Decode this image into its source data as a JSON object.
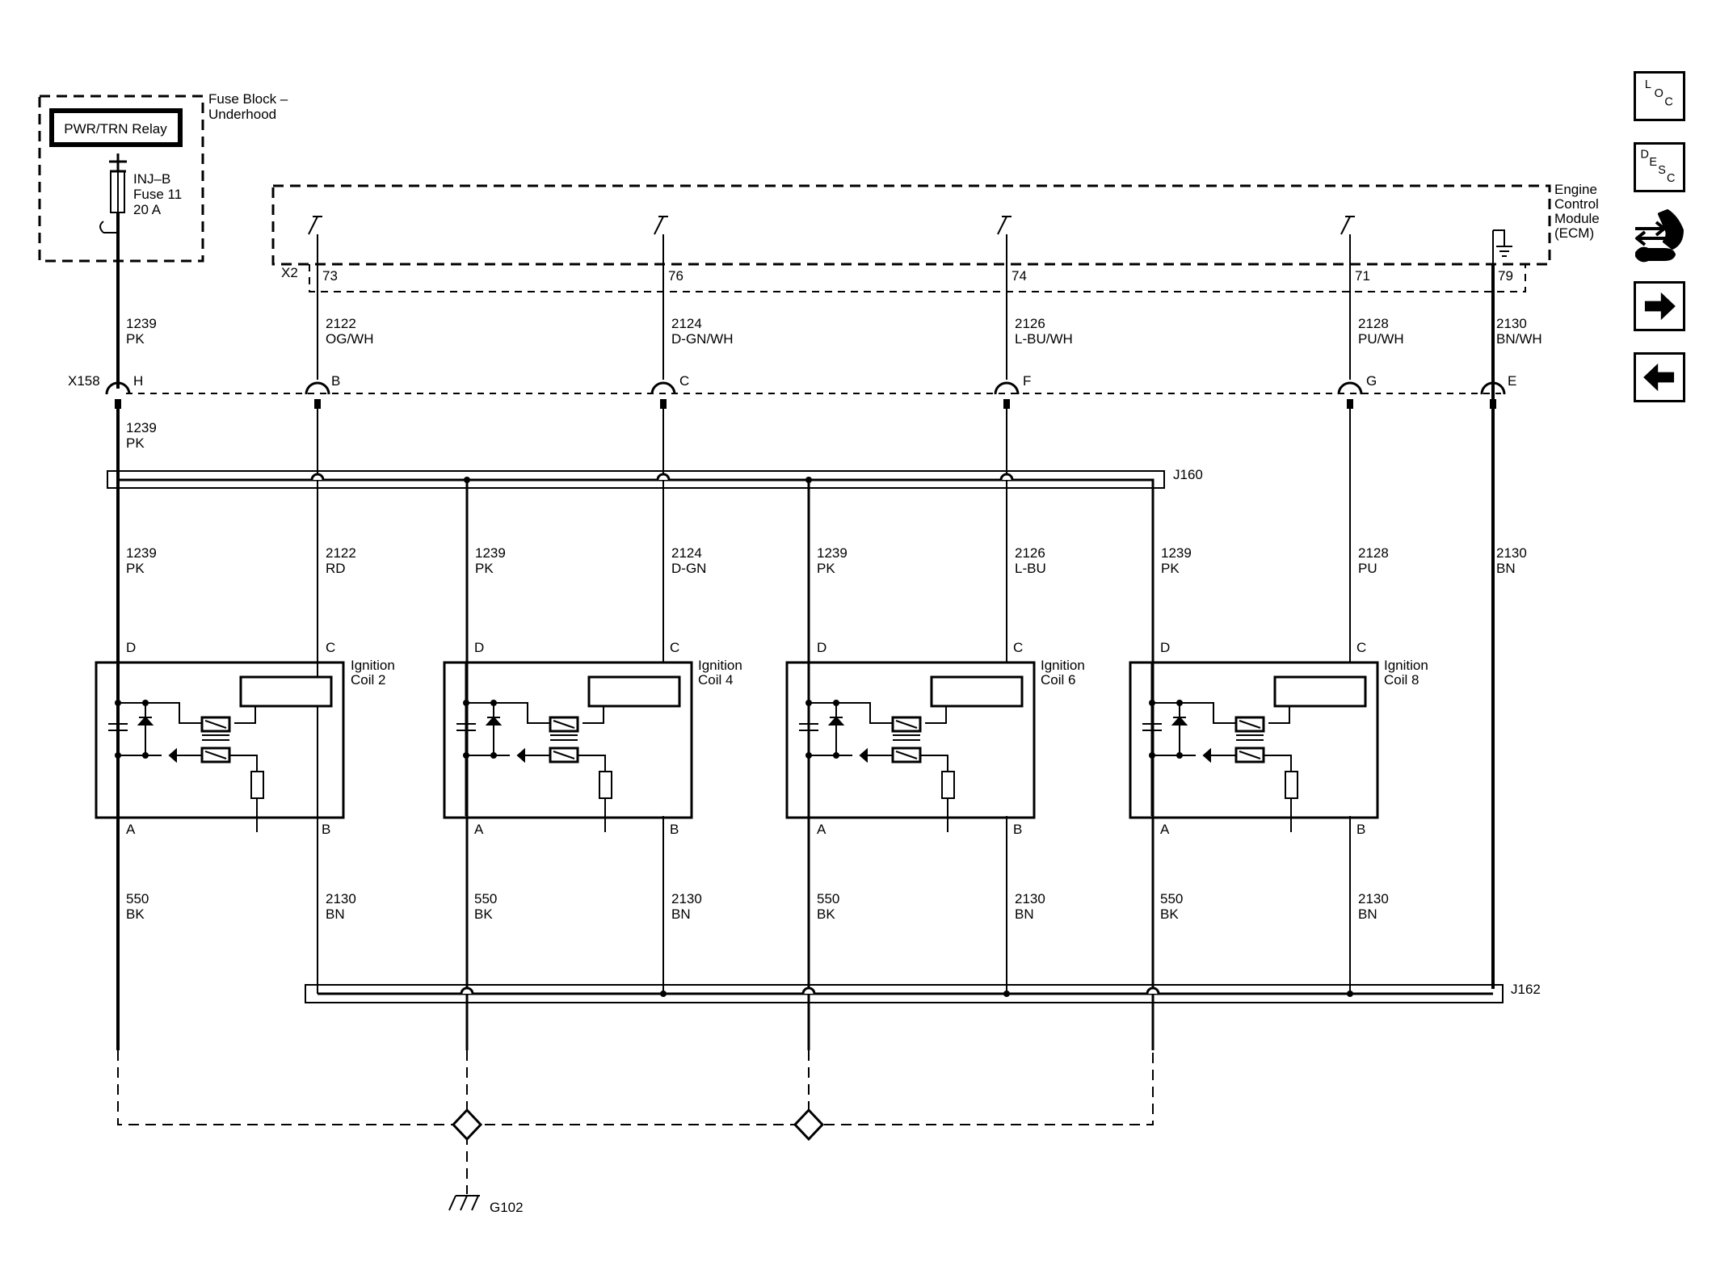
{
  "fuse_block": {
    "title_line1": "Fuse Block –",
    "title_line2": "Underhood",
    "relay": "PWR/TRN Relay",
    "fuse_line1": "INJ–B",
    "fuse_line2": "Fuse 11",
    "fuse_line3": "20 A"
  },
  "ecm": {
    "line1": "Engine",
    "line2": "Control",
    "line3": "Module",
    "line4": "(ECM)",
    "connector": "X2",
    "pins": [
      "73",
      "76",
      "74",
      "71",
      "79"
    ]
  },
  "x158": {
    "name": "X158",
    "pins": [
      "H",
      "B",
      "C",
      "F",
      "G",
      "E"
    ]
  },
  "wires_upper": [
    {
      "num": "1239",
      "color": "PK"
    },
    {
      "num": "2122",
      "color": "OG/WH"
    },
    {
      "num": "2124",
      "color": "D-GN/WH"
    },
    {
      "num": "2126",
      "color": "L-BU/WH"
    },
    {
      "num": "2128",
      "color": "PU/WH"
    },
    {
      "num": "2130",
      "color": "BN/WH"
    }
  ],
  "wire_below_x158": {
    "num": "1239",
    "color": "PK"
  },
  "splices": {
    "j160": "J160",
    "j162": "J162"
  },
  "coil_feeds": [
    {
      "d_num": "1239",
      "d_color": "PK",
      "c_num": "2122",
      "c_color": "RD"
    },
    {
      "d_num": "1239",
      "d_color": "PK",
      "c_num": "2124",
      "c_color": "D-GN"
    },
    {
      "d_num": "1239",
      "d_color": "PK",
      "c_num": "2126",
      "c_color": "L-BU"
    },
    {
      "d_num": "1239",
      "d_color": "PK",
      "c_num": "2128",
      "c_color": "PU"
    }
  ],
  "wire_2130_right": {
    "num": "2130",
    "color": "BN"
  },
  "coils": [
    {
      "line1": "Ignition",
      "line2": "Coil 2"
    },
    {
      "line1": "Ignition",
      "line2": "Coil 4"
    },
    {
      "line1": "Ignition",
      "line2": "Coil 6"
    },
    {
      "line1": "Ignition",
      "line2": "Coil 8"
    }
  ],
  "coil_pins": {
    "d": "D",
    "c": "C",
    "a": "A",
    "b": "B"
  },
  "coil_returns": [
    {
      "a_num": "550",
      "a_color": "BK",
      "b_num": "2130",
      "b_color": "BN"
    },
    {
      "a_num": "550",
      "a_color": "BK",
      "b_num": "2130",
      "b_color": "BN"
    },
    {
      "a_num": "550",
      "a_color": "BK",
      "b_num": "2130",
      "b_color": "BN"
    },
    {
      "a_num": "550",
      "a_color": "BK",
      "b_num": "2130",
      "b_color": "BN"
    }
  ],
  "ground": "G102",
  "nav": {
    "loc": [
      "L",
      "O",
      "C"
    ],
    "desc": [
      "D",
      "E",
      "S",
      "C"
    ]
  }
}
